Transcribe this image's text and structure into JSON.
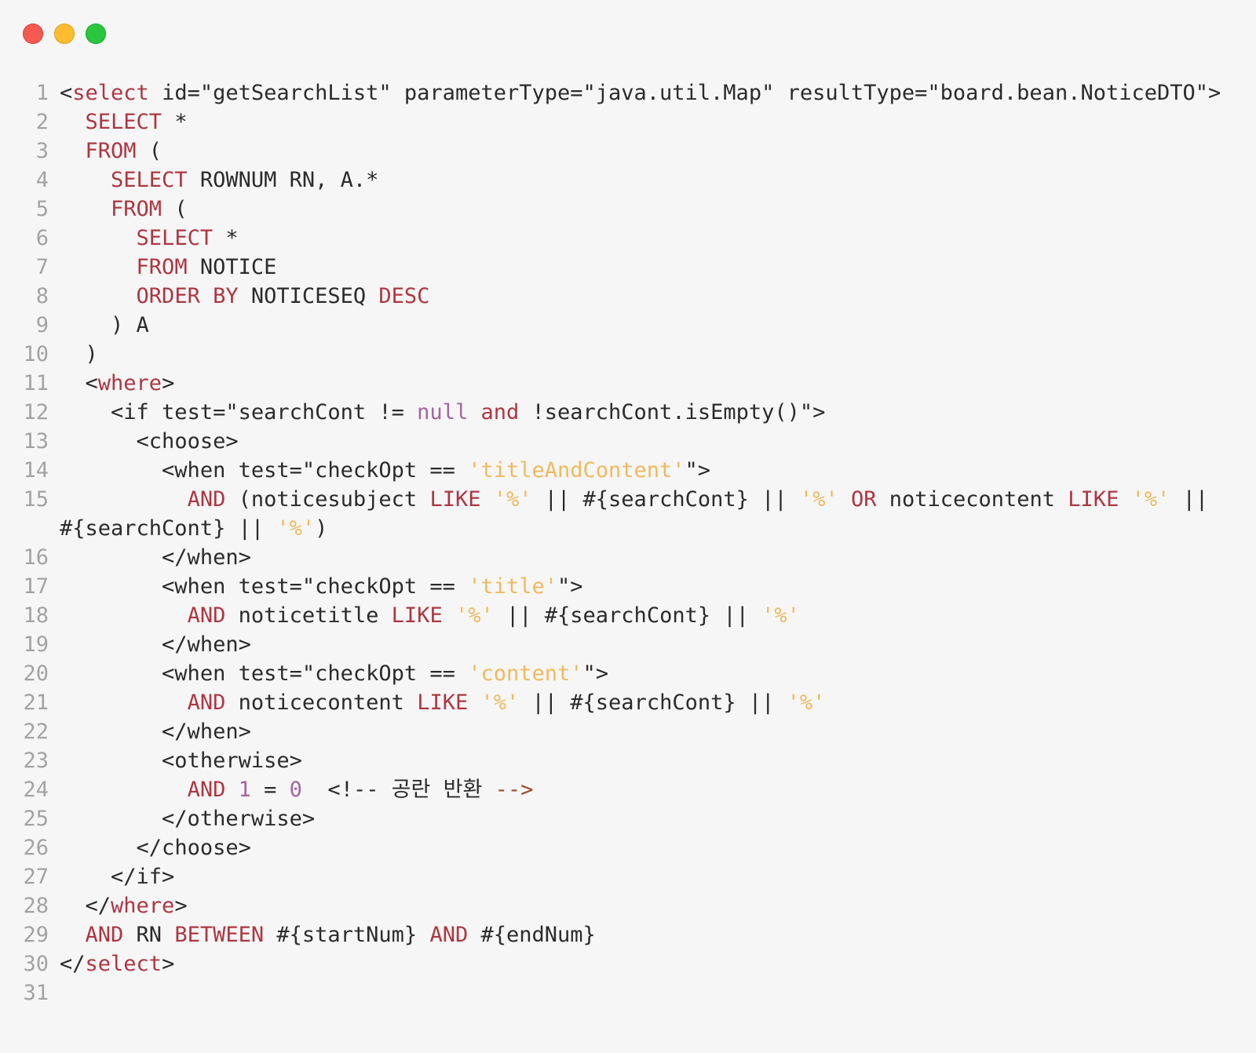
{
  "window": {
    "controls": [
      "close",
      "minimize",
      "zoom"
    ]
  },
  "colors": {
    "background": "#f6f6f6",
    "plain": "#2b2b2b",
    "line_number": "#a3a3a3",
    "keyword": "#ad3641",
    "string": "#f0b95e",
    "number": "#a3659e",
    "comment": "#9a4a2b"
  },
  "code": {
    "lines": [
      {
        "n": "1",
        "tokens": [
          {
            "t": "p",
            "v": "<"
          },
          {
            "t": "kw",
            "v": "select"
          },
          {
            "t": "p",
            "v": " id=\"getSearchList\" parameterType=\"java.util.Map\" resultType=\"board.bean.NoticeDTO\">"
          }
        ]
      },
      {
        "n": "2",
        "tokens": [
          {
            "t": "p",
            "v": "  "
          },
          {
            "t": "kw",
            "v": "SELECT"
          },
          {
            "t": "p",
            "v": " *"
          }
        ]
      },
      {
        "n": "3",
        "tokens": [
          {
            "t": "p",
            "v": "  "
          },
          {
            "t": "kw",
            "v": "FROM"
          },
          {
            "t": "p",
            "v": " ("
          }
        ]
      },
      {
        "n": "4",
        "tokens": [
          {
            "t": "p",
            "v": "    "
          },
          {
            "t": "kw",
            "v": "SELECT"
          },
          {
            "t": "p",
            "v": " ROWNUM RN, A.*"
          }
        ]
      },
      {
        "n": "5",
        "tokens": [
          {
            "t": "p",
            "v": "    "
          },
          {
            "t": "kw",
            "v": "FROM"
          },
          {
            "t": "p",
            "v": " ("
          }
        ]
      },
      {
        "n": "6",
        "tokens": [
          {
            "t": "p",
            "v": "      "
          },
          {
            "t": "kw",
            "v": "SELECT"
          },
          {
            "t": "p",
            "v": " *"
          }
        ]
      },
      {
        "n": "7",
        "tokens": [
          {
            "t": "p",
            "v": "      "
          },
          {
            "t": "kw",
            "v": "FROM"
          },
          {
            "t": "p",
            "v": " NOTICE"
          }
        ]
      },
      {
        "n": "8",
        "tokens": [
          {
            "t": "p",
            "v": "      "
          },
          {
            "t": "kw",
            "v": "ORDER BY"
          },
          {
            "t": "p",
            "v": " NOTICESEQ "
          },
          {
            "t": "kw",
            "v": "DESC"
          }
        ]
      },
      {
        "n": "9",
        "tokens": [
          {
            "t": "p",
            "v": "    ) A"
          }
        ]
      },
      {
        "n": "10",
        "tokens": [
          {
            "t": "p",
            "v": "  )"
          }
        ]
      },
      {
        "n": "11",
        "tokens": [
          {
            "t": "p",
            "v": "  <"
          },
          {
            "t": "kw",
            "v": "where"
          },
          {
            "t": "p",
            "v": ">"
          }
        ]
      },
      {
        "n": "12",
        "tokens": [
          {
            "t": "p",
            "v": "    <if test=\"searchCont != "
          },
          {
            "t": "num",
            "v": "null"
          },
          {
            "t": "p",
            "v": " "
          },
          {
            "t": "kw",
            "v": "and"
          },
          {
            "t": "p",
            "v": " !searchCont.isEmpty()\">"
          }
        ]
      },
      {
        "n": "13",
        "tokens": [
          {
            "t": "p",
            "v": "      <choose>"
          }
        ]
      },
      {
        "n": "14",
        "tokens": [
          {
            "t": "p",
            "v": "        <when test=\"checkOpt == "
          },
          {
            "t": "str",
            "v": "'titleAndContent'"
          },
          {
            "t": "p",
            "v": "\">"
          }
        ]
      },
      {
        "n": "15",
        "tokens": [
          {
            "t": "p",
            "v": "          "
          },
          {
            "t": "kw",
            "v": "AND"
          },
          {
            "t": "p",
            "v": " (noticesubject "
          },
          {
            "t": "kw",
            "v": "LIKE"
          },
          {
            "t": "p",
            "v": " "
          },
          {
            "t": "str",
            "v": "'%'"
          },
          {
            "t": "p",
            "v": " || #{searchCont} || "
          },
          {
            "t": "str",
            "v": "'%'"
          },
          {
            "t": "p",
            "v": " "
          },
          {
            "t": "kw",
            "v": "OR"
          },
          {
            "t": "p",
            "v": " noticecontent "
          },
          {
            "t": "kw",
            "v": "LIKE"
          },
          {
            "t": "p",
            "v": " "
          },
          {
            "t": "str",
            "v": "'%'"
          },
          {
            "t": "p",
            "v": " || #{searchCont} || "
          },
          {
            "t": "str",
            "v": "'%'"
          },
          {
            "t": "p",
            "v": ")"
          }
        ]
      },
      {
        "n": "16",
        "tokens": [
          {
            "t": "p",
            "v": "        </when>"
          }
        ]
      },
      {
        "n": "17",
        "tokens": [
          {
            "t": "p",
            "v": "        <when test=\"checkOpt == "
          },
          {
            "t": "str",
            "v": "'title'"
          },
          {
            "t": "p",
            "v": "\">"
          }
        ]
      },
      {
        "n": "18",
        "tokens": [
          {
            "t": "p",
            "v": "          "
          },
          {
            "t": "kw",
            "v": "AND"
          },
          {
            "t": "p",
            "v": " noticetitle "
          },
          {
            "t": "kw",
            "v": "LIKE"
          },
          {
            "t": "p",
            "v": " "
          },
          {
            "t": "str",
            "v": "'%'"
          },
          {
            "t": "p",
            "v": " || #{searchCont} || "
          },
          {
            "t": "str",
            "v": "'%'"
          }
        ]
      },
      {
        "n": "19",
        "tokens": [
          {
            "t": "p",
            "v": "        </when>"
          }
        ]
      },
      {
        "n": "20",
        "tokens": [
          {
            "t": "p",
            "v": "        <when test=\"checkOpt == "
          },
          {
            "t": "str",
            "v": "'content'"
          },
          {
            "t": "p",
            "v": "\">"
          }
        ]
      },
      {
        "n": "21",
        "tokens": [
          {
            "t": "p",
            "v": "          "
          },
          {
            "t": "kw",
            "v": "AND"
          },
          {
            "t": "p",
            "v": " noticecontent "
          },
          {
            "t": "kw",
            "v": "LIKE"
          },
          {
            "t": "p",
            "v": " "
          },
          {
            "t": "str",
            "v": "'%'"
          },
          {
            "t": "p",
            "v": " || #{searchCont} || "
          },
          {
            "t": "str",
            "v": "'%'"
          }
        ]
      },
      {
        "n": "22",
        "tokens": [
          {
            "t": "p",
            "v": "        </when>"
          }
        ]
      },
      {
        "n": "23",
        "tokens": [
          {
            "t": "p",
            "v": "        <otherwise>"
          }
        ]
      },
      {
        "n": "24",
        "tokens": [
          {
            "t": "p",
            "v": "          "
          },
          {
            "t": "kw",
            "v": "AND"
          },
          {
            "t": "p",
            "v": " "
          },
          {
            "t": "num",
            "v": "1"
          },
          {
            "t": "p",
            "v": " = "
          },
          {
            "t": "num",
            "v": "0"
          },
          {
            "t": "p",
            "v": "  <!-- 공란 반환 "
          },
          {
            "t": "cmt",
            "v": "-->"
          }
        ]
      },
      {
        "n": "25",
        "tokens": [
          {
            "t": "p",
            "v": "        </otherwise>"
          }
        ]
      },
      {
        "n": "26",
        "tokens": [
          {
            "t": "p",
            "v": "      </choose>"
          }
        ]
      },
      {
        "n": "27",
        "tokens": [
          {
            "t": "p",
            "v": "    </if>"
          }
        ]
      },
      {
        "n": "28",
        "tokens": [
          {
            "t": "p",
            "v": "  </"
          },
          {
            "t": "kw",
            "v": "where"
          },
          {
            "t": "p",
            "v": ">"
          }
        ]
      },
      {
        "n": "29",
        "tokens": [
          {
            "t": "p",
            "v": "  "
          },
          {
            "t": "kw",
            "v": "AND"
          },
          {
            "t": "p",
            "v": " RN "
          },
          {
            "t": "kw",
            "v": "BETWEEN"
          },
          {
            "t": "p",
            "v": " #{startNum} "
          },
          {
            "t": "kw",
            "v": "AND"
          },
          {
            "t": "p",
            "v": " #{endNum}"
          }
        ]
      },
      {
        "n": "30",
        "tokens": [
          {
            "t": "p",
            "v": "</"
          },
          {
            "t": "kw",
            "v": "select"
          },
          {
            "t": "p",
            "v": ">"
          }
        ]
      },
      {
        "n": "31",
        "tokens": []
      }
    ]
  }
}
